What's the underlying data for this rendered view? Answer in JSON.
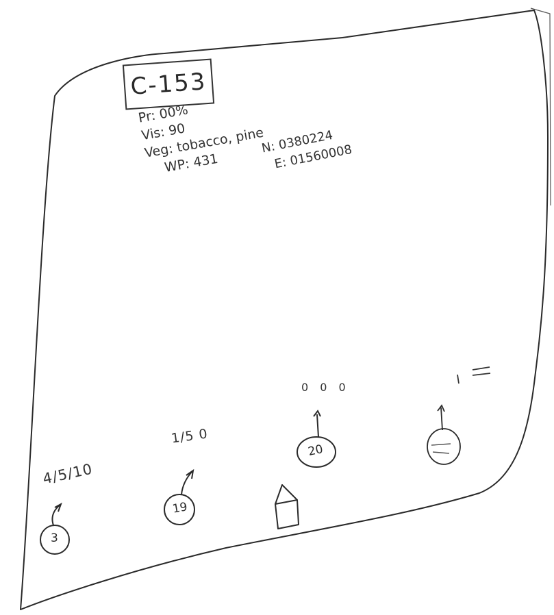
{
  "card": {
    "id_label": "C-153",
    "info_lines": [
      "Pr: 00%",
      "Vis: 90",
      "Veg: tobacco, pine",
      "WP: 431"
    ],
    "coordinates": [
      "N: 0380224",
      "E: 01560008"
    ]
  },
  "markers": [
    {
      "heading": "4/5/10",
      "number": "3",
      "icon": "circle-marker-icon"
    },
    {
      "heading": "1/5 0",
      "number": "19",
      "icon": "circle-marker-icon"
    },
    {
      "heading": "0 0 0",
      "number": "20",
      "icon": "circle-marker-icon"
    },
    {
      "heading": "",
      "number": "",
      "icon": "circle-marker-icon"
    }
  ],
  "home_icon": "house-icon",
  "colors": {
    "ink": "#2a2a2a",
    "paper": "#ffffff"
  }
}
